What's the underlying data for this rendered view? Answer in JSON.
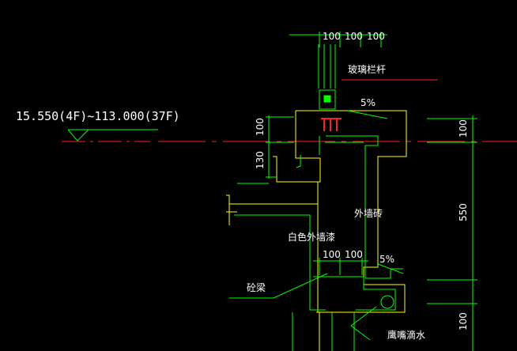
{
  "colors": {
    "background": "#000000",
    "green": "#00ff00",
    "yellow": "#ffff00",
    "red": "#ff2020",
    "white": "#ffffff"
  },
  "elevation": {
    "text": "15.550(4F)~113.000(37F)"
  },
  "labels": {
    "glass_railing": "玻璃栏杆",
    "outer_wall_tile": "外墙砖",
    "white_outer_wall_paint": "白色外墙漆",
    "concrete_beam": "砼梁",
    "drip": "鹰嘴滴水"
  },
  "slopes": {
    "upper": "5%",
    "lower": "5%"
  },
  "dimensions": {
    "top": [
      "100",
      "100",
      "100"
    ],
    "middle": [
      "100",
      "100"
    ],
    "left": [
      "100",
      "130"
    ],
    "right": [
      "100",
      "550",
      "100"
    ]
  }
}
